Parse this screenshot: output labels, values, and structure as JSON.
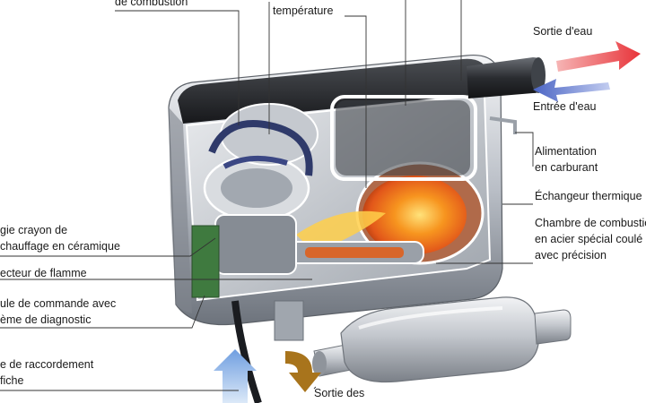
{
  "labels": {
    "combustion_air": "de combustion",
    "temperature": "température",
    "water_out": "Sortie d'eau",
    "water_in": "Entrée d'eau",
    "fuel_supply": [
      "Alimentation",
      "en carburant"
    ],
    "heat_exchanger": "Échangeur thermique",
    "combustion_chamber": [
      "Chambre de combustion",
      "en acier spécial coulé",
      "avec précision"
    ],
    "glow_pin": [
      "gie crayon de",
      "chauffage en céramique"
    ],
    "flame_detector": "ecteur de flamme",
    "control_unit": [
      "ule de commande avec",
      "ème de diagnostic"
    ],
    "connector": [
      "e de raccordement",
      "fiche"
    ],
    "exhaust": "Sortie des"
  },
  "colors": {
    "hot_arrow": "#e8343a",
    "cold_arrow": "#4a64c4",
    "flame": "#f07a10",
    "exhaust_arrow": "#a8741c",
    "air_arrow": "#8fb8e8",
    "housing": "#8b929a",
    "leader_line": "#333333"
  }
}
